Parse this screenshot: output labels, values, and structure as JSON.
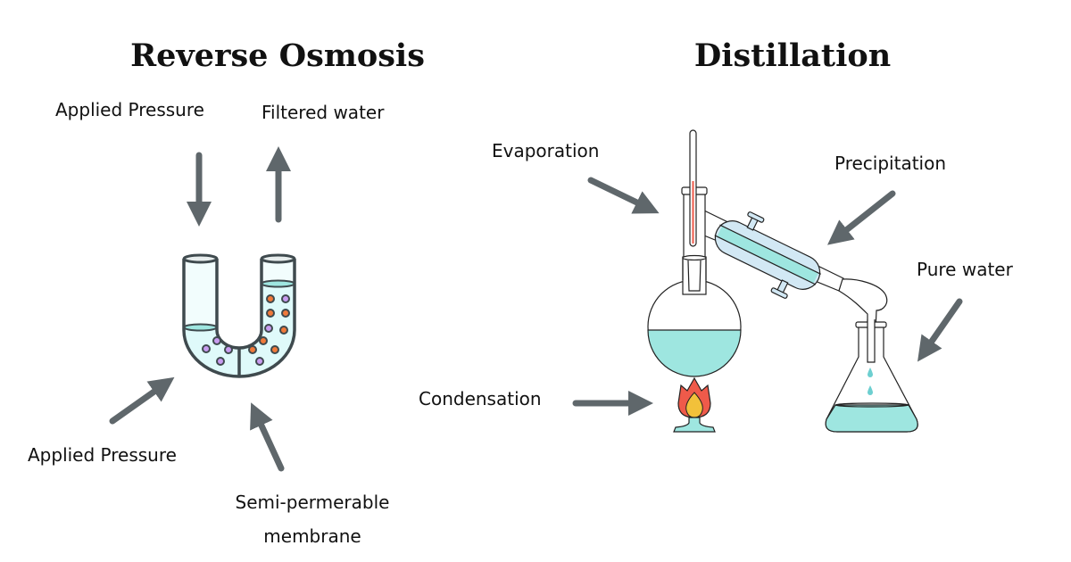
{
  "titles": {
    "left": "Reverse Osmosis",
    "right": "Distillation"
  },
  "reverse_osmosis": {
    "labels": {
      "applied_pressure_top": "Applied Pressure",
      "filtered_water": "Filtered water",
      "applied_pressure_bottom": "Applied Pressure",
      "membrane_line1": "Semi-permerable",
      "membrane_line2": "membrane"
    }
  },
  "distillation": {
    "labels": {
      "evaporation": "Evaporation",
      "precipitation": "Precipitation",
      "pure_water": "Pure water",
      "condensation": "Condensation"
    }
  },
  "colors": {
    "arrow": "#5f676b",
    "water": "#9ee6e0",
    "particle_purple": "#c89cf0",
    "particle_orange": "#f07a3a",
    "flame_red": "#ef5a4a",
    "flame_yellow": "#f2c13a"
  }
}
